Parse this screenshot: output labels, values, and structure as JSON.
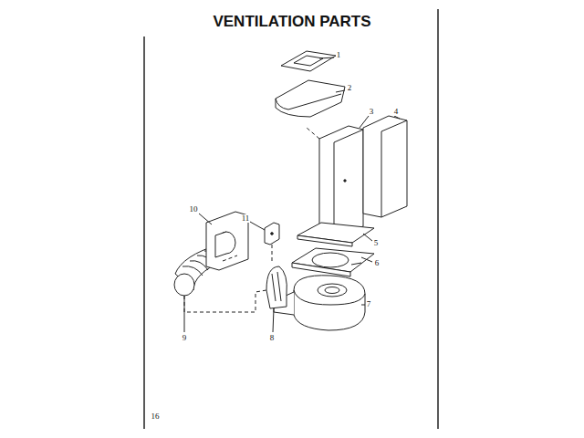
{
  "diagram": {
    "title": "VENTILATION PARTS",
    "labels": [
      "1",
      "2",
      "3",
      "4",
      "5",
      "6",
      "7",
      "8",
      "9",
      "10",
      "11",
      "16"
    ]
  }
}
